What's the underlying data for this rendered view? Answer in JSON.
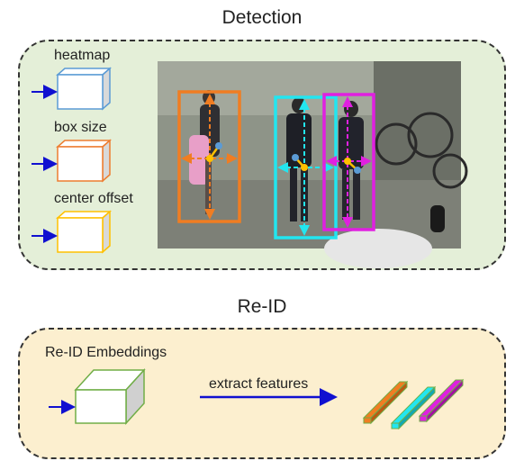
{
  "detection": {
    "title": "Detection",
    "panel_color": "#e4efd8",
    "heads": [
      {
        "label": "heatmap",
        "color": "#5b9bd5"
      },
      {
        "label": "box size",
        "color": "#ed7d31"
      },
      {
        "label": "center offset",
        "color": "#ffc000"
      }
    ],
    "box_colors": {
      "orange": "#f07d22",
      "cyan": "#22e6f0",
      "magenta": "#e020e0"
    }
  },
  "reid": {
    "title": "Re-ID",
    "panel_color": "#fcefcf",
    "embeddings_label": "Re-ID Embeddings",
    "embedding_color": "#70ad47",
    "arrow_label": "extract features",
    "feature_colors": [
      "#f07d22",
      "#22e6f0",
      "#e020e0"
    ]
  },
  "arrow_color": "#1010d0"
}
